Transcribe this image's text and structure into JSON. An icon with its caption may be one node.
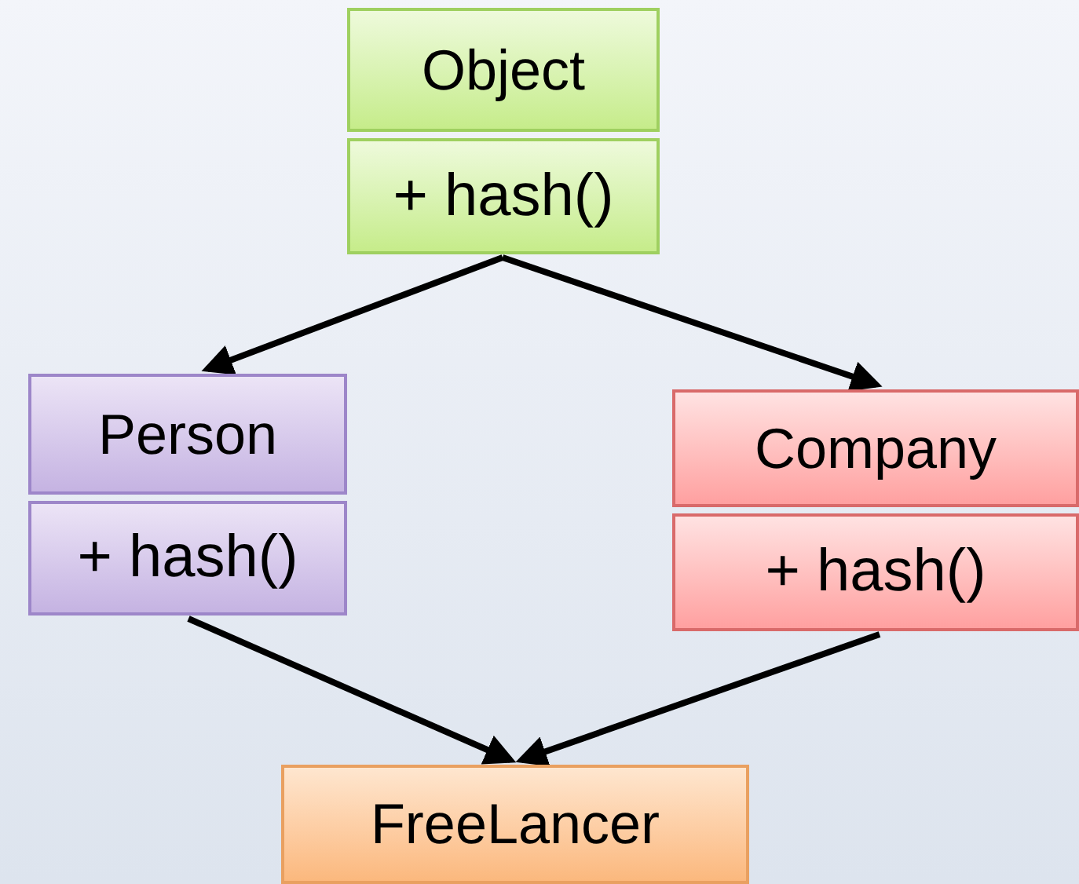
{
  "diagram": {
    "nodes": [
      {
        "text": [
          "Object",
          "+ hash()"
        ]
      },
      {
        "text": [
          "Person",
          "+ hash()"
        ]
      },
      {
        "text": [
          "Company",
          "+ hash()"
        ]
      },
      {
        "text": [
          "FreeLancer"
        ]
      }
    ],
    "edges": [
      {
        "from": 0,
        "to": 1,
        "arrow": "to"
      },
      {
        "from": 0,
        "to": 2,
        "arrow": "to"
      },
      {
        "from": 1,
        "to": 3,
        "arrow": "to"
      },
      {
        "from": 2,
        "to": 3,
        "arrow": "to"
      }
    ]
  }
}
